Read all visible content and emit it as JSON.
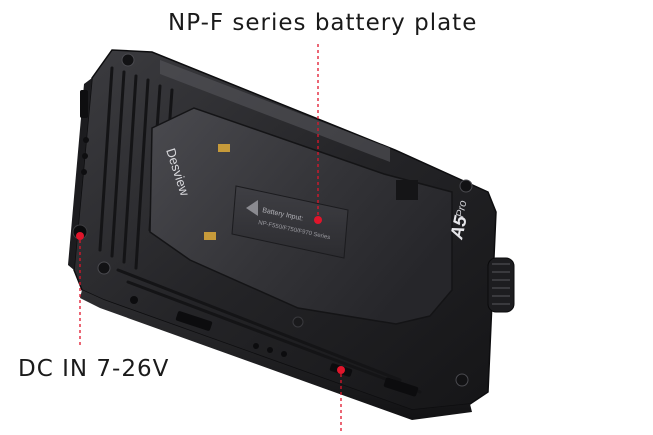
{
  "callouts": {
    "battery_plate": "NP-F series battery plate",
    "dc_in": "DC IN 7-26V"
  },
  "device": {
    "brand": "Desview",
    "model": "A5",
    "model_suffix": "Pro",
    "plate_text_line1": "Battery Input:",
    "plate_text_line2": "NP-F550/F750/F970 Series"
  },
  "colors": {
    "callout_line": "#e0152b",
    "body": "#2b2b2e",
    "plate": "#3a3a3e"
  }
}
